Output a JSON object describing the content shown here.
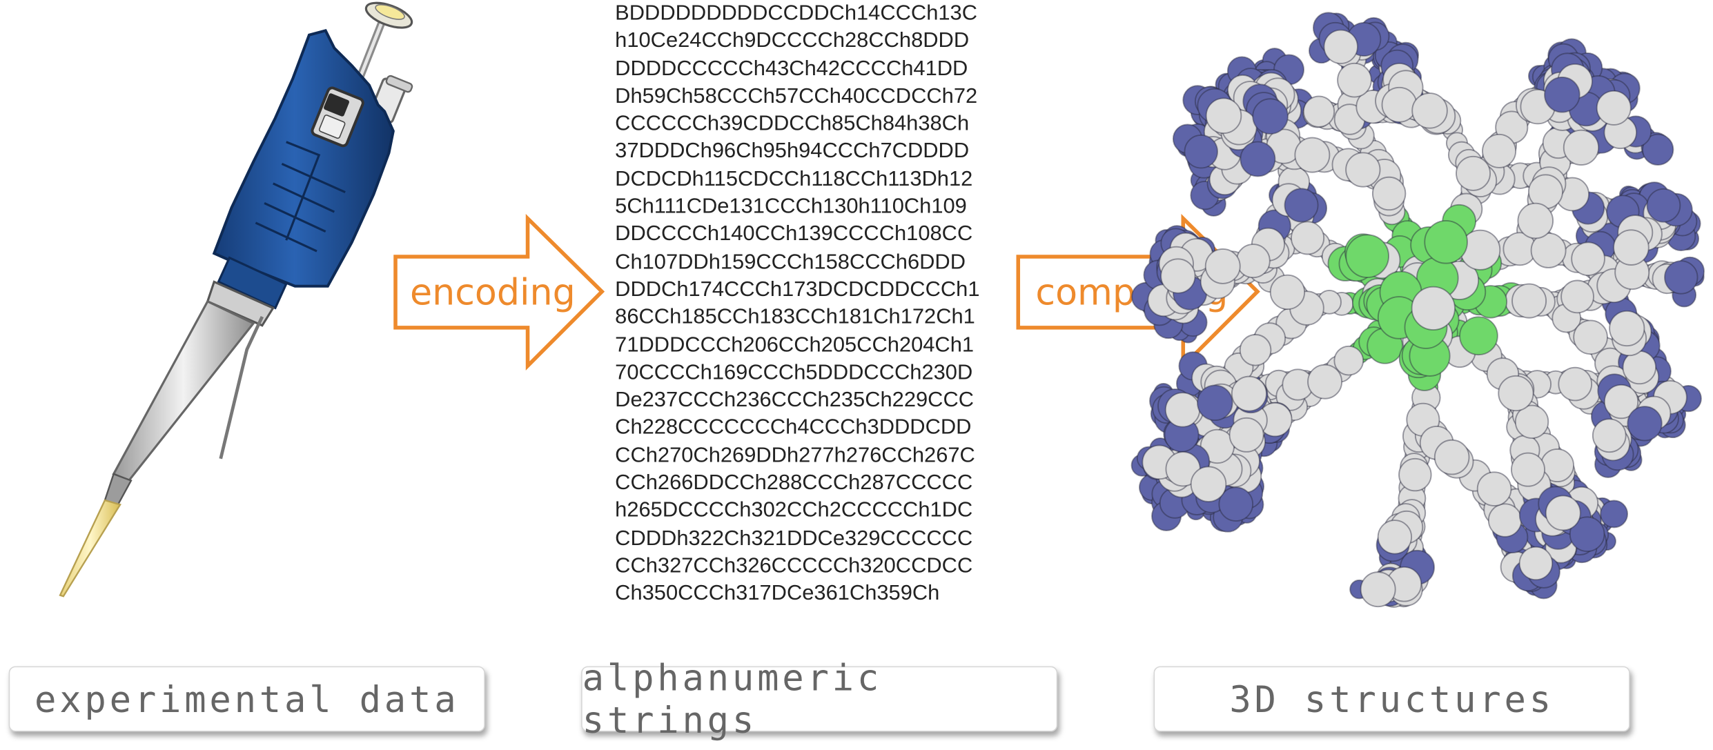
{
  "labels": {
    "left": "experimental data",
    "middle": "alphanumeric strings",
    "right": "3D structures"
  },
  "arrows": {
    "first": "encoding",
    "second": "computing"
  },
  "sequence_lines": [
    "BDDDDDDDDDCCDDCh14CCCh13C",
    "h10Ce24CCh9DCCCCh28CCh8DDD",
    "DDDDCCCCCh43Ch42CCCCh41DD",
    "Dh59Ch58CCCh57CCh40CCDCCh72",
    "CCCCCCh39CDDCCh85Ch84h38Ch",
    "37DDDCh96Ch95h94CCCh7CDDDD",
    "DCDCDh115CDCCh118CCh113Dh12",
    "5Ch111CDe131CCCh130h110Ch109",
    "DDCCCCh140CCh139CCCCh108CC",
    "Ch107DDh159CCCh158CCCh6DDD",
    "DDDCh174CCCh173DCDCDDCCCh1",
    "86CCh185CCh183CCh181Ch172Ch1",
    "71DDDCCCh206CCh205CCh204Ch1",
    "70CCCCh169CCCh5DDDCCCh230D",
    "De237CCCh236CCCh235Ch229CCC",
    "Ch228CCCCCCCh4CCCh3DDDCDD",
    "CCh270Ch269DDh277h276CCh267C",
    "CCh266DDCCh288CCCh287CCCCC",
    "h265DCCCCh302CCh2CCCCCh1DC",
    "CDDDh322Ch321DDCe329CCCCCC",
    "CCh327CCh326CCCCCh320CCDCC",
    "Ch350CCCh317DCe361Ch359Ch"
  ],
  "colors": {
    "arrow": "#ee8a2c",
    "pipette_body": "#1f4f95",
    "structure_green": "#6fd86a",
    "structure_purple": "#5e64a8",
    "structure_white": "#dcdcdc",
    "label_text": "#666666"
  }
}
